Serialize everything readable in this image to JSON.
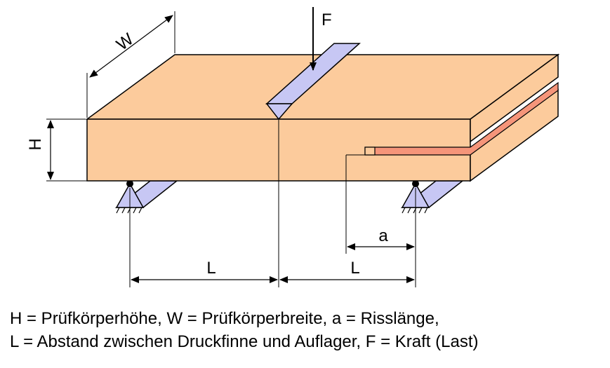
{
  "labels": {
    "force": "F",
    "width": "W",
    "height": "H",
    "crack_length": "a",
    "span_left": "L",
    "span_right": "L"
  },
  "legend": {
    "line1": "H = Prüfkörperhöhe,  W = Prüfkörperbreite, a = Risslänge,",
    "line2": "L = Abstand zwischen Druckfinne und Auflager, F = Kraft (Last)"
  },
  "colors": {
    "specimen": "#FCCB9C",
    "crack": "#F5957A",
    "fixture": "#C7C7F4",
    "outline": "#000000"
  }
}
